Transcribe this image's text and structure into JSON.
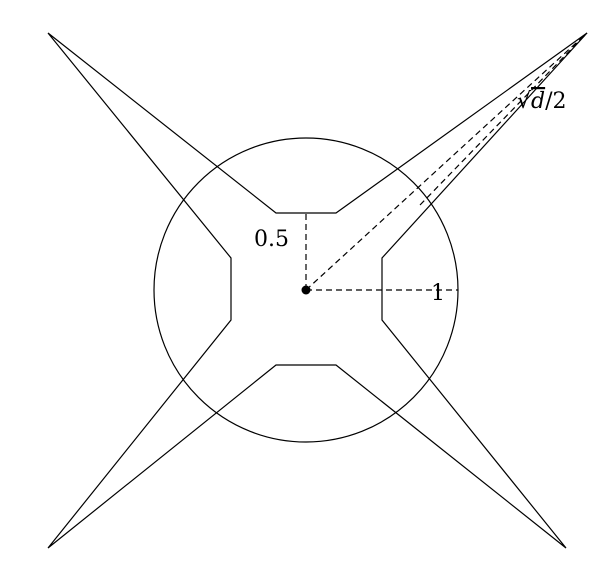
{
  "labels": {
    "small_radius": "0.5",
    "unit_radius": "1",
    "half_diagonal_prefix": "√",
    "half_diagonal_var": "d",
    "half_diagonal_suffix": "/2"
  },
  "colors": {
    "stroke": "#000000",
    "background": "#ffffff"
  }
}
